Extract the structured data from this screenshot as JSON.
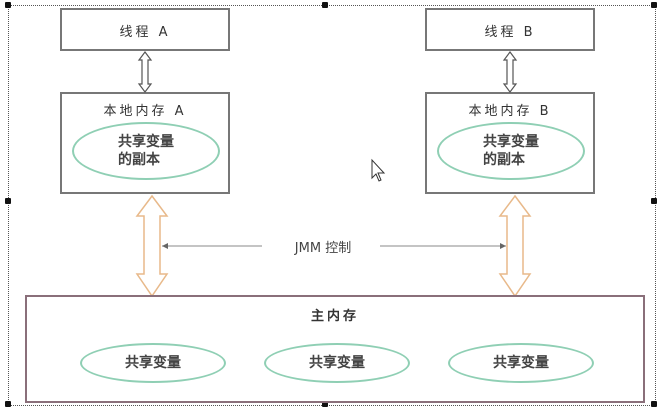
{
  "thread_a": {
    "label": "线程 A"
  },
  "thread_b": {
    "label": "线程 B"
  },
  "local_a": {
    "label": "本地内存 A",
    "copy_l1": "共享变量",
    "copy_l2": "的副本"
  },
  "local_b": {
    "label": "本地内存 B",
    "copy_l1": "共享变量",
    "copy_l2": "的副本"
  },
  "jmm": {
    "label": "JMM 控制"
  },
  "main_memory": {
    "label": "主内存",
    "variables": [
      "共享变量",
      "共享变量",
      "共享变量"
    ]
  },
  "colors": {
    "ellipse": "#8fcfb4",
    "big_arrow": "#e8b98a",
    "main_border": "#8a6f7a"
  }
}
